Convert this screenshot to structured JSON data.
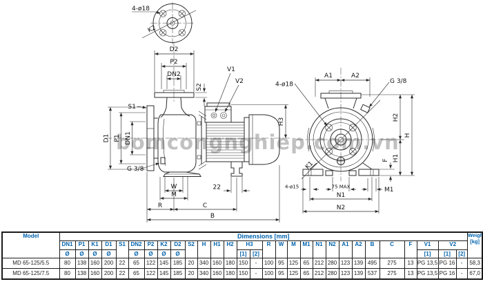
{
  "colors": {
    "header_blue": "#0062ac",
    "line_color": "#2b2b2b",
    "watermark_gray": "#7d7d7d"
  },
  "watermark": "bomcongnghiep.com.vn",
  "drawing": {
    "flange_detail": {
      "holes_label": "4-ø18",
      "k2": "K2"
    },
    "side_view": {
      "d2": "D2",
      "p2": "P2",
      "dn2": "DN2",
      "s2": "S2",
      "s1": "S1",
      "v1": "V1",
      "v2": "V2",
      "d1": "D1",
      "p1": "P1",
      "dn1": "DN1",
      "g38": "G 3/8",
      "w": "W",
      "m": "M",
      "r": "R",
      "c": "C",
      "b": "B",
      "n22": "22",
      "h3": "H3"
    },
    "front_view": {
      "a1": "A1",
      "a2": "A2",
      "g38": "G 3/8",
      "holes18": "4-ø18",
      "k1": "K1",
      "h": "H",
      "h1": "H1",
      "h2": "H2",
      "f": "F",
      "m1": "M1",
      "n1": "N1",
      "n2": "N2",
      "holes15": "4-ø15",
      "max75": "75 MAX"
    }
  },
  "table": {
    "model_header": "Model",
    "dimensions_header": "Dimensions [mm]",
    "weight_header": {
      "line1": "Weight",
      "line2": "[kg]"
    },
    "cols": [
      {
        "name": "DN1",
        "sub": "Ø"
      },
      {
        "name": "P1",
        "sub": "Ø"
      },
      {
        "name": "K1",
        "sub": "Ø"
      },
      {
        "name": "D1",
        "sub": "Ø"
      },
      {
        "name": "S1"
      },
      {
        "name": "DN2",
        "sub": "Ø"
      },
      {
        "name": "P2",
        "sub": "Ø"
      },
      {
        "name": "K2",
        "sub": "Ø"
      },
      {
        "name": "D2",
        "sub": "Ø"
      },
      {
        "name": "S2"
      },
      {
        "name": "H"
      },
      {
        "name": "H1"
      },
      {
        "name": "H2"
      },
      {
        "name": "H3",
        "subs": [
          "[1]",
          "[2]"
        ]
      },
      {
        "name": "R"
      },
      {
        "name": "W"
      },
      {
        "name": "M"
      },
      {
        "name": "M1"
      },
      {
        "name": "N1"
      },
      {
        "name": "N2"
      },
      {
        "name": "A1"
      },
      {
        "name": "A2"
      },
      {
        "name": "B"
      },
      {
        "name": "C"
      },
      {
        "name": "F"
      },
      {
        "name": "V1",
        "subs": [
          "[1]"
        ]
      },
      {
        "name": "V2",
        "subs": [
          "[1]",
          "[2]"
        ]
      }
    ],
    "rows": [
      {
        "model": "MD 65-125/5.5",
        "values": [
          "80",
          "138",
          "160",
          "200",
          "22",
          "65",
          "122",
          "145",
          "185",
          "20",
          "340",
          "160",
          "180",
          "150",
          "-",
          "100",
          "95",
          "125",
          "65",
          "212",
          "280",
          "123",
          "139",
          "495",
          "275",
          "13",
          "PG 13,5",
          "PG 16",
          "-"
        ],
        "weight": "58,3"
      },
      {
        "model": "MD 65-125/7.5",
        "values": [
          "80",
          "138",
          "160",
          "200",
          "22",
          "65",
          "122",
          "145",
          "185",
          "20",
          "340",
          "160",
          "180",
          "150",
          "-",
          "100",
          "95",
          "125",
          "65",
          "212",
          "280",
          "123",
          "139",
          "537",
          "275",
          "13",
          "PG 13,5",
          "PG 16",
          "-"
        ],
        "weight": "67,0"
      }
    ]
  }
}
